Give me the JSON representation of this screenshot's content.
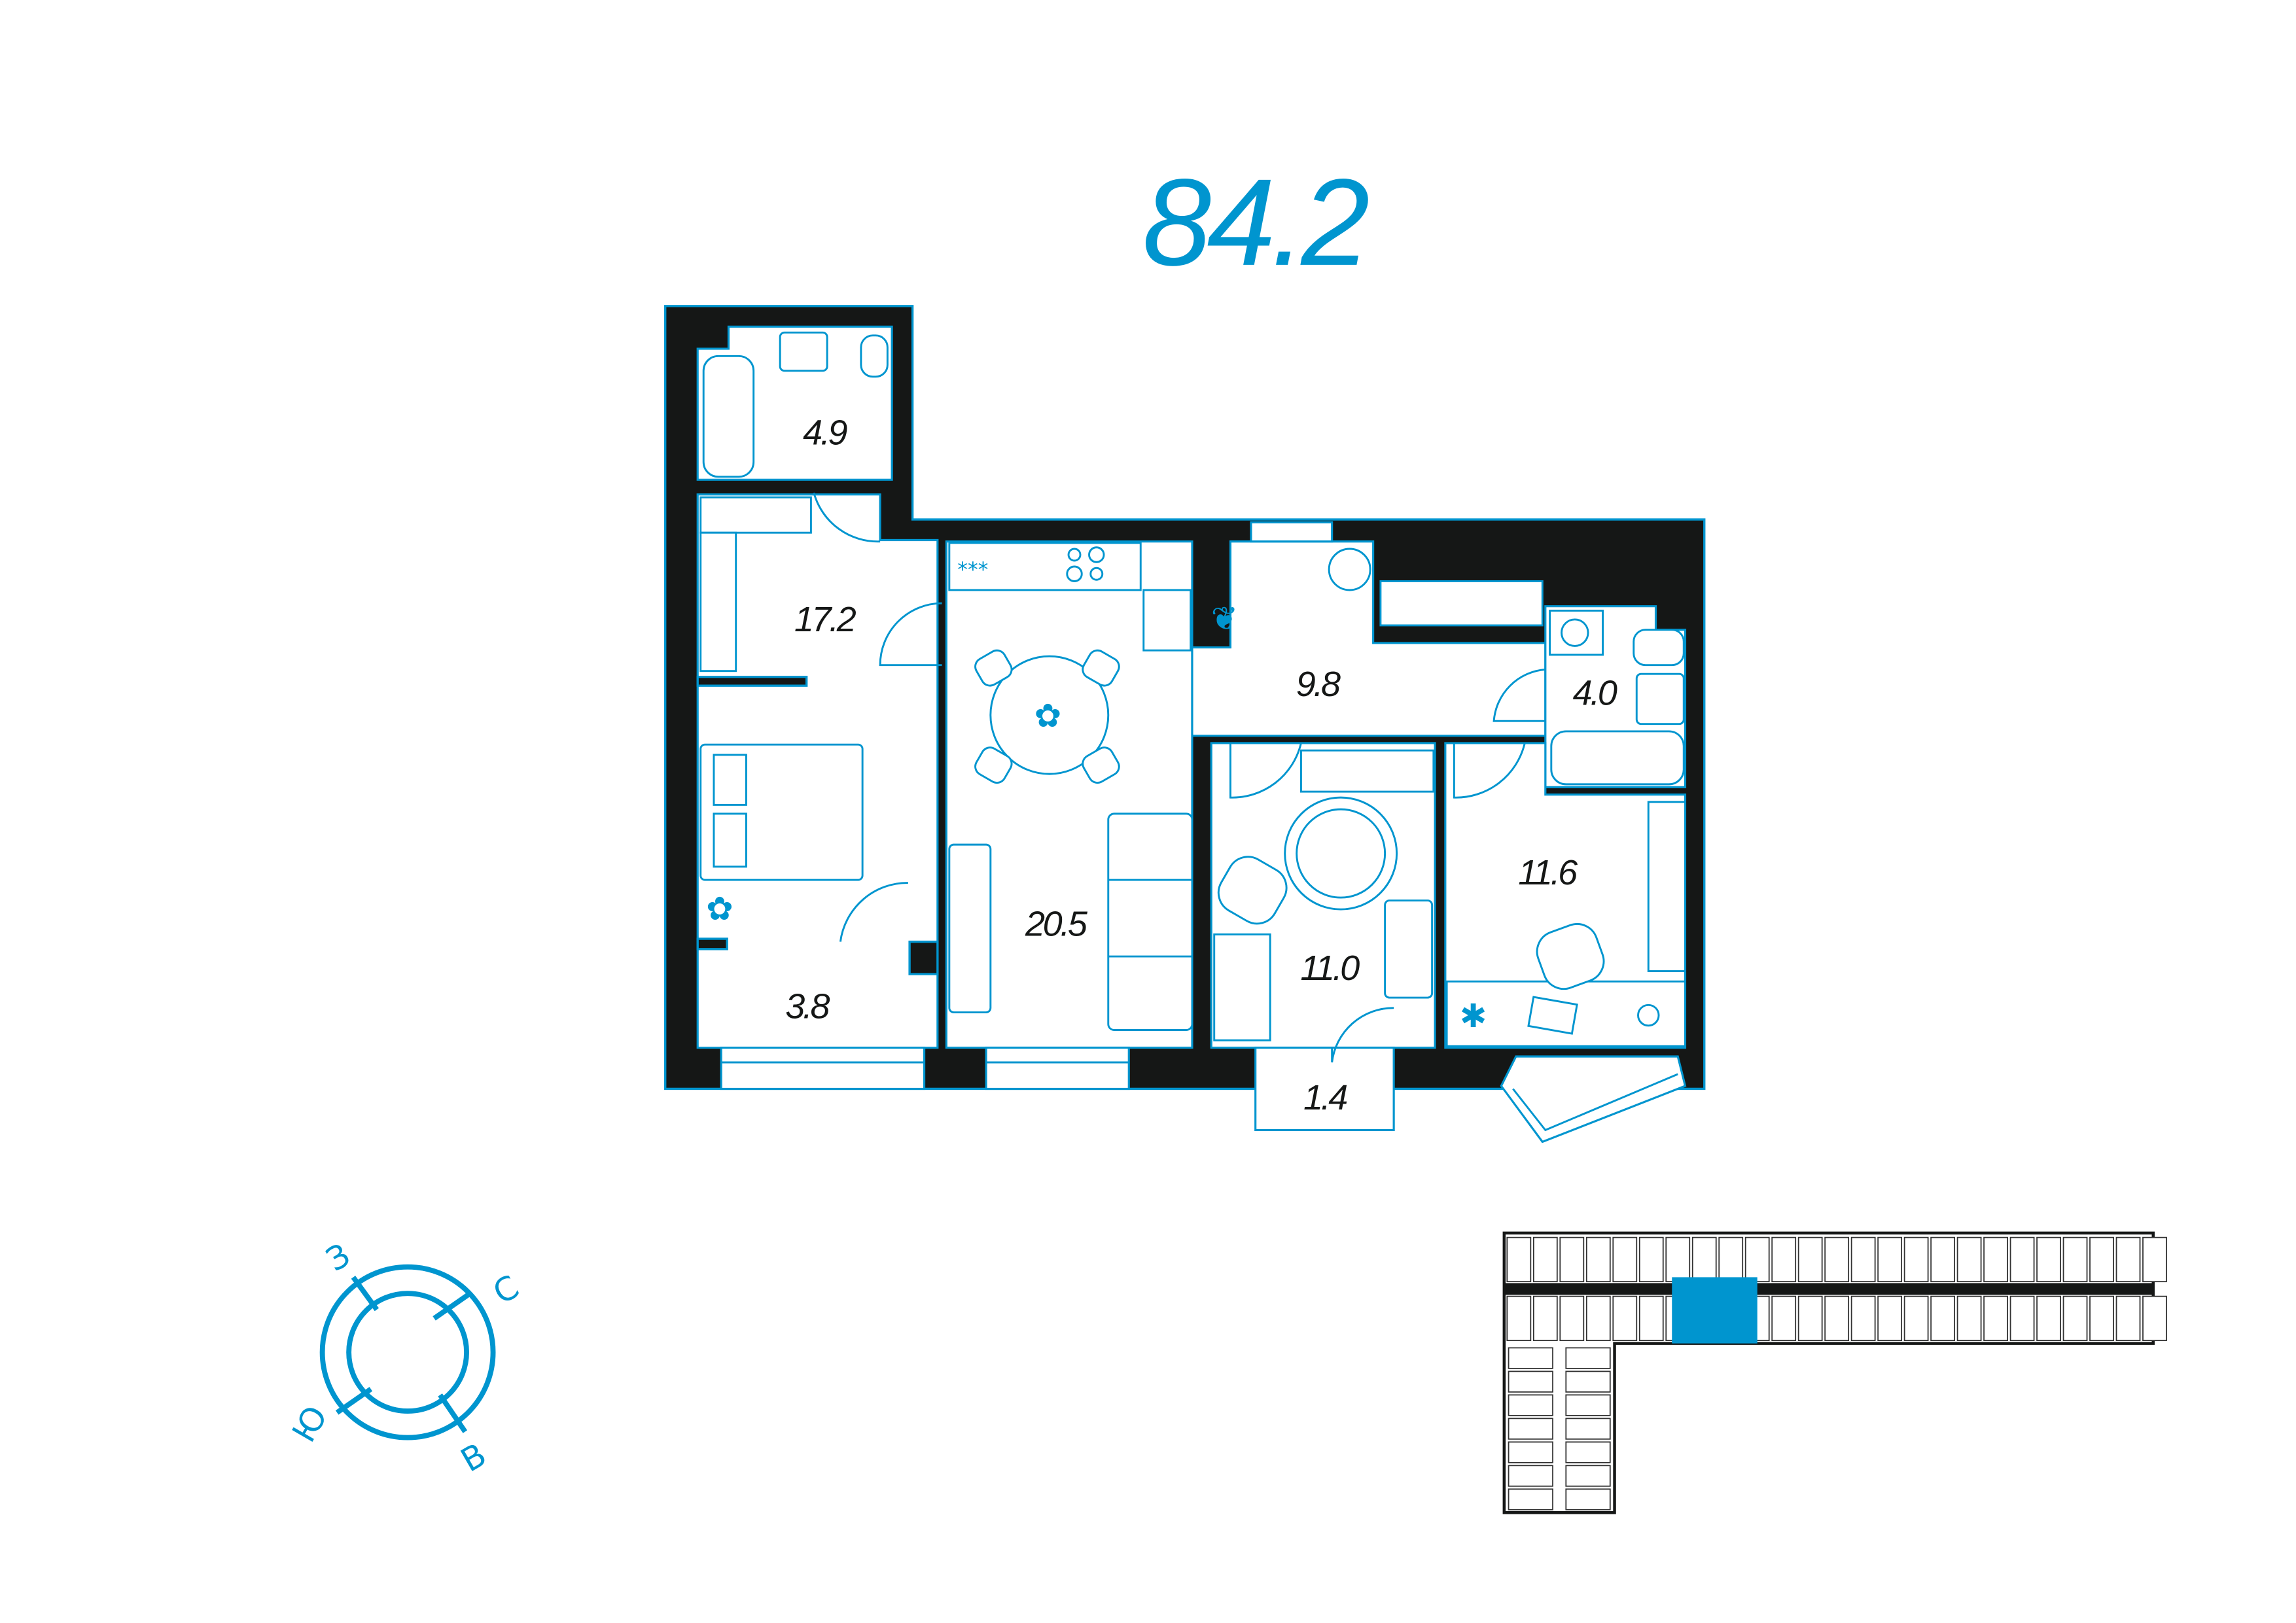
{
  "title": "84.2",
  "colors": {
    "accent": "#0095cf",
    "wall": "#151716"
  },
  "rooms": {
    "bathroom_1": "4.9",
    "hall_1": "17.2",
    "living_kitchen": "20.5",
    "hall_2": "9.8",
    "bathroom_2": "4.0",
    "bedroom_1": "11.0",
    "bedroom_2": "11.6",
    "loggia": "3.8",
    "balcony": "1.4"
  },
  "compass": {
    "west": "З",
    "north": "С",
    "south": "Ю",
    "east": "В"
  }
}
